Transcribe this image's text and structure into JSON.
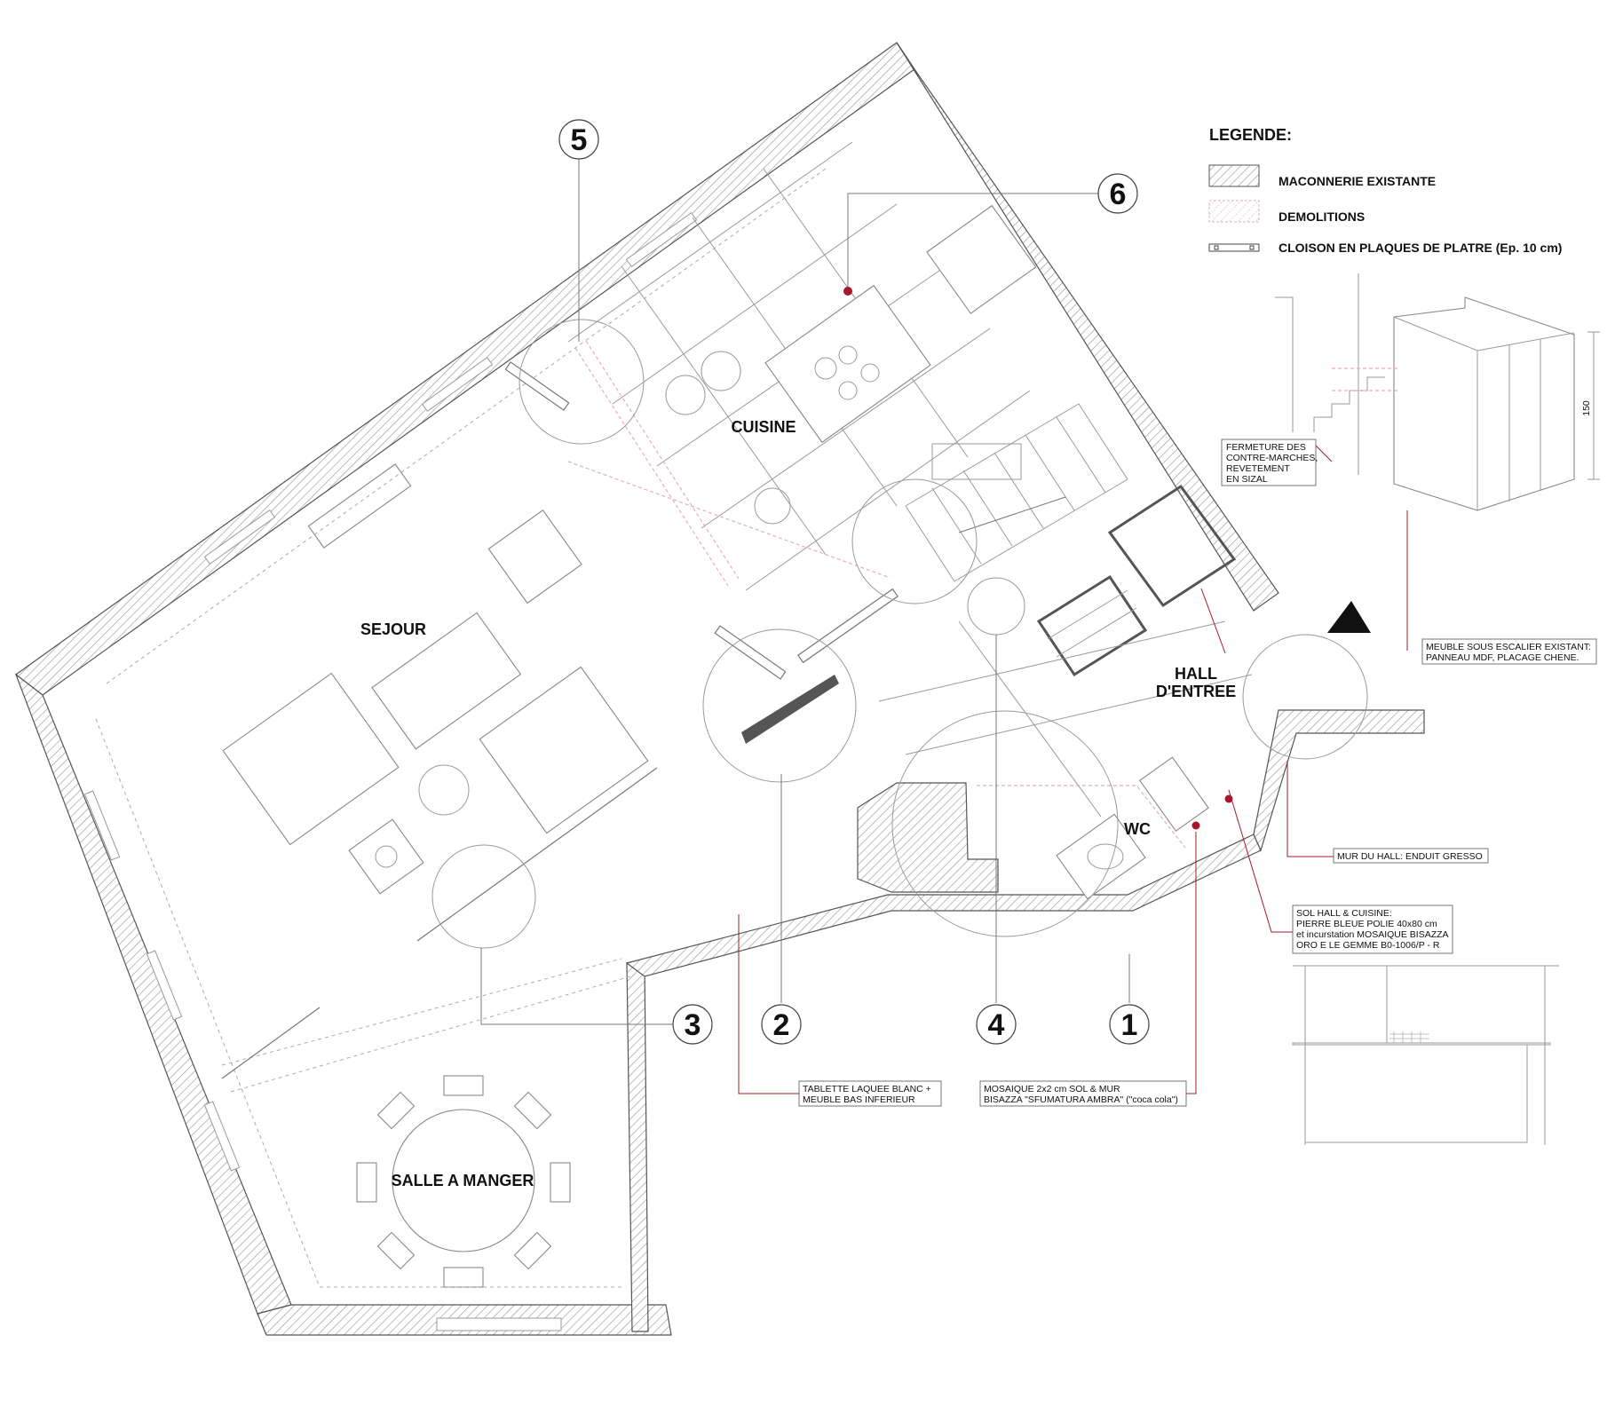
{
  "rooms": {
    "cuisine": "CUISINE",
    "sejour": "SEJOUR",
    "hall_line1": "HALL",
    "hall_line2": "D'ENTREE",
    "wc": "WC",
    "salle": "SALLE A MANGER"
  },
  "callouts": [
    "5",
    "6",
    "3",
    "2",
    "4",
    "1"
  ],
  "legend": {
    "title": "LEGENDE:",
    "items": [
      "MACONNERIE EXISTANTE",
      "DEMOLITIONS",
      "CLOISON EN PLAQUES DE PLATRE (Ep. 10 cm)"
    ]
  },
  "notes": {
    "contremarches": [
      "FERMETURE DES",
      "CONTRE-MARCHES,",
      "REVETEMENT",
      "EN SIZAL"
    ],
    "meuble_escalier": [
      "MEUBLE SOUS ESCALIER EXISTANT:",
      "PANNEAU MDF, PLACAGE CHENE."
    ],
    "mur_hall": [
      "MUR DU HALL: ENDUIT GRESSO"
    ],
    "sol_hall": [
      "SOL HALL & CUISINE:",
      "PIERRE BLEUE POLIE 40x80 cm",
      "et incurstation MOSAIQUE BISAZZA",
      "ORO E LE GEMME B0-1006/P - R"
    ],
    "tablette": [
      "TABLETTE LAQUEE BLANC +",
      "MEUBLE BAS INFERIEUR"
    ],
    "mosaique": [
      "MOSAIQUE 2x2 cm SOL & MUR",
      "BISAZZA \"SFUMATURA AMBRA\" (\"coca cola\")"
    ]
  },
  "dimension": "150",
  "colors": {
    "accent_red": "#a3182a",
    "demolition_pink": "#e7a9c9",
    "hatch": "#9a9a9a"
  }
}
